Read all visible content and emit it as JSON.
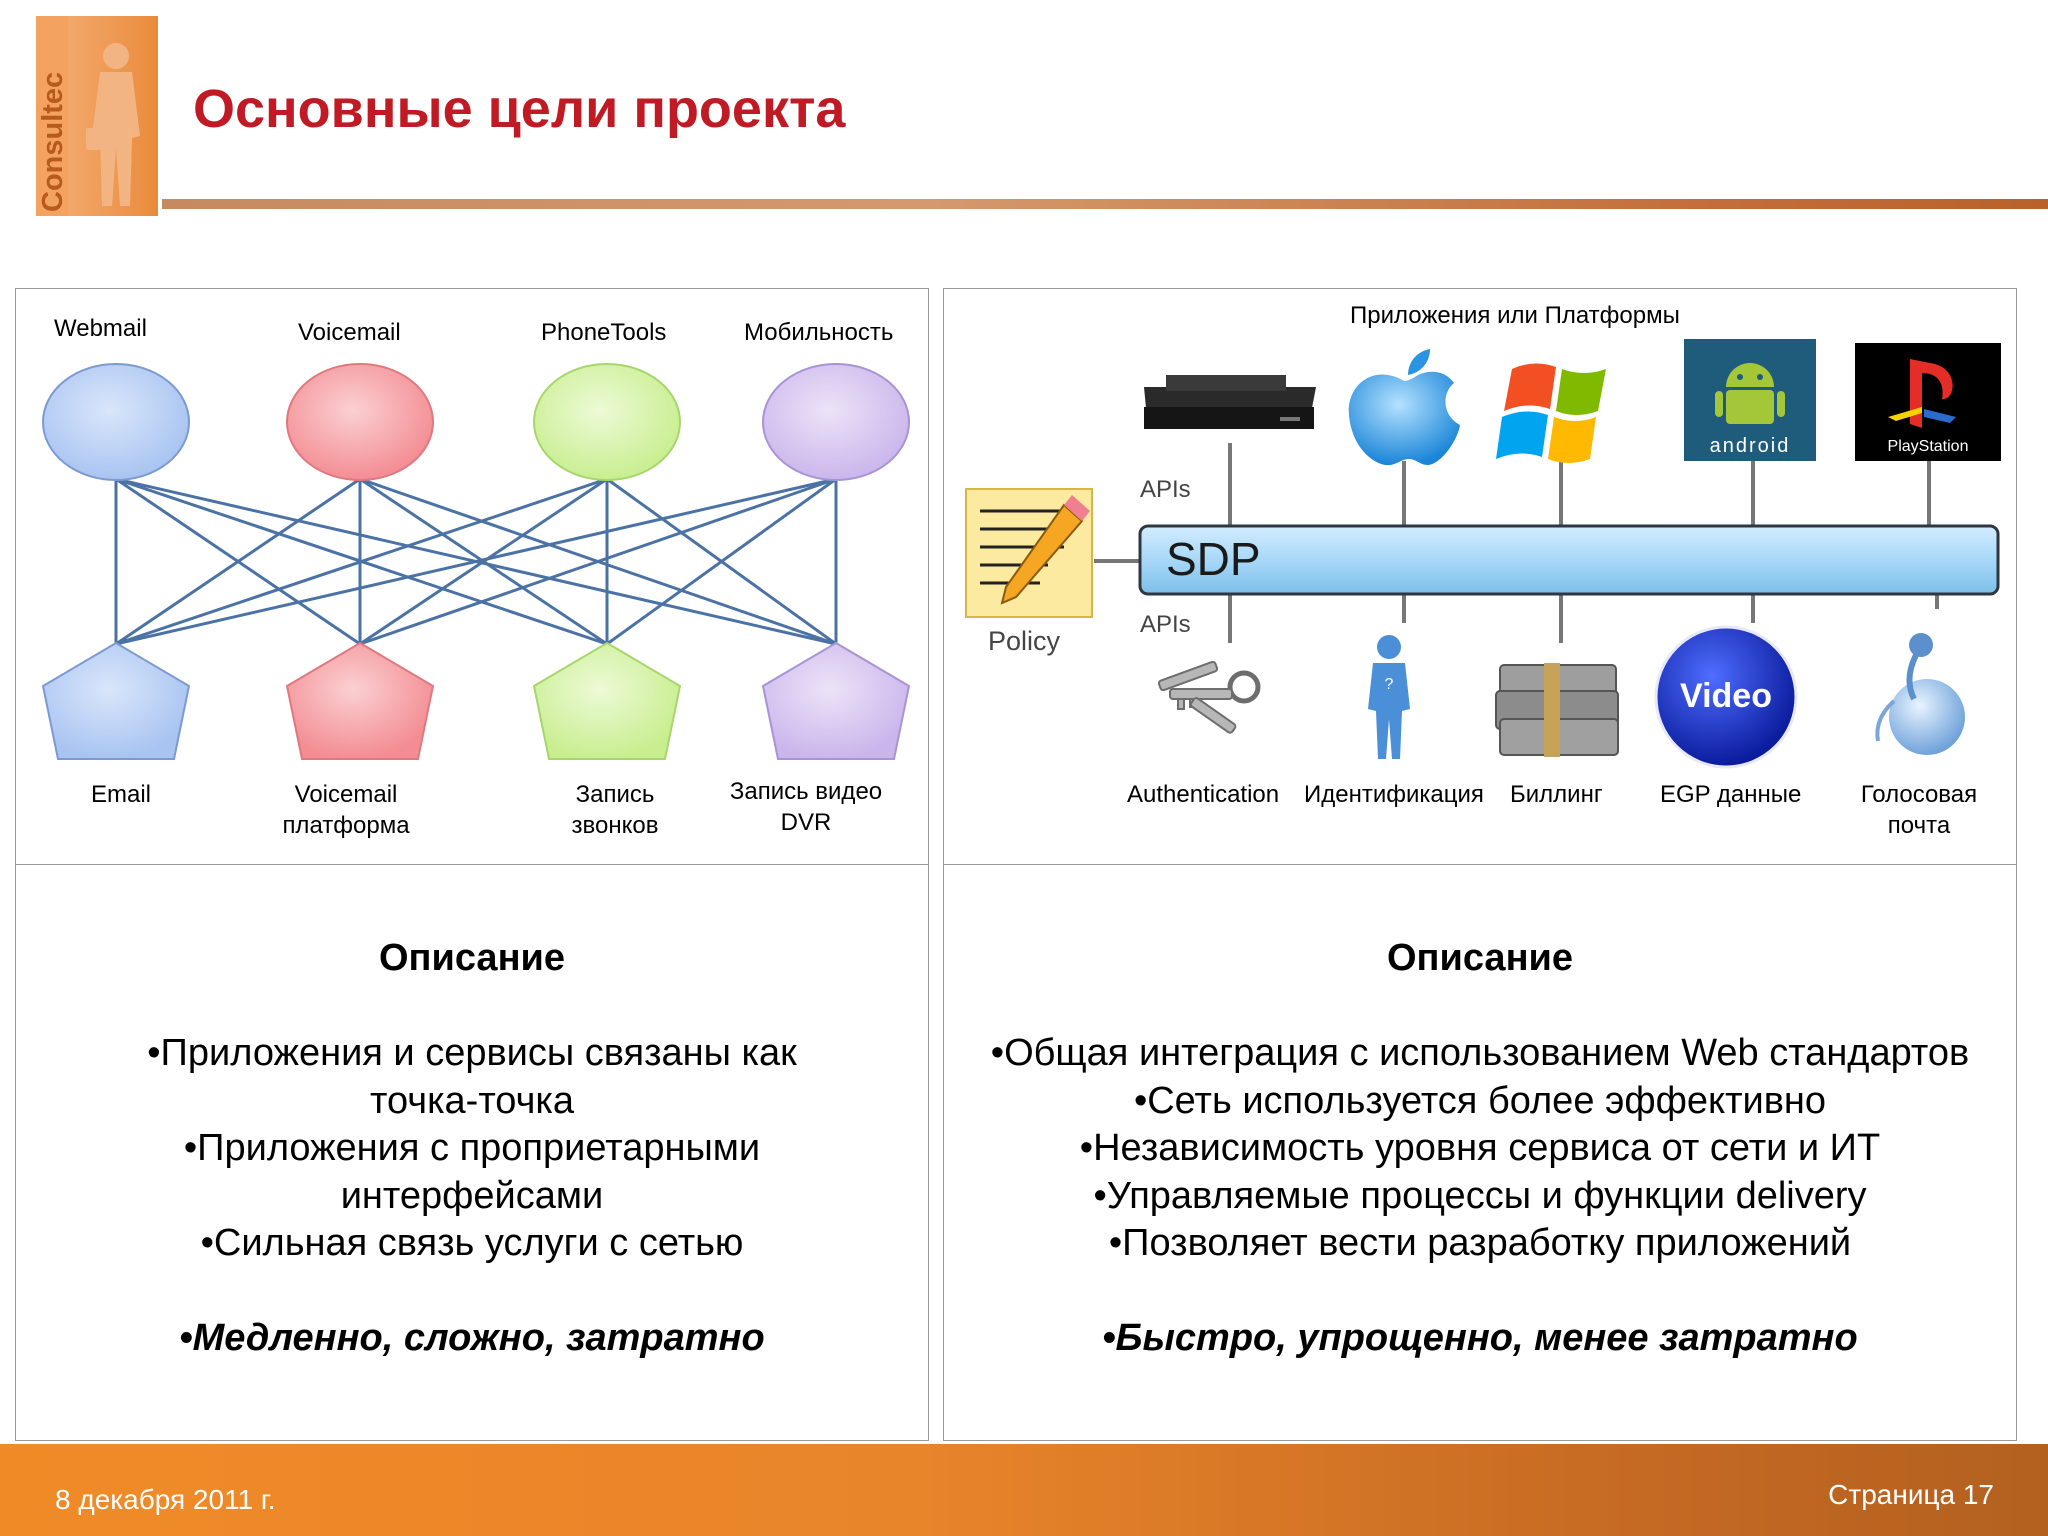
{
  "logo": {
    "text": "Consultec"
  },
  "title": "Основные цели проекта",
  "left_diagram": {
    "top_nodes": [
      "Webmail",
      "Voicemail",
      "PhoneTools",
      "Мобильность"
    ],
    "bottom_nodes": [
      "Email",
      "Voicemail платформа",
      "Запись звонков",
      "Запись видео DVR"
    ],
    "colors": [
      "#b6cff7",
      "#f7a3a8",
      "#d6f4a8",
      "#d8c7f1"
    ]
  },
  "right_diagram": {
    "header": "Приложения или Платформы",
    "platforms": [
      "set-top-box",
      "apple",
      "windows",
      "android",
      "playstation"
    ],
    "android_label": "android",
    "playstation_label": "PlayStation",
    "apis_top": "APIs",
    "apis_bottom": "APIs",
    "sdp": "SDP",
    "policy": "Policy",
    "services": [
      "Authentication",
      "Идентификация",
      "Биллинг",
      "EGP данные",
      "Голосовая почта"
    ],
    "video_label": "Video"
  },
  "left_description": {
    "heading": "Описание",
    "bullets": [
      "•Приложения и сервисы связаны как точка-точка",
      "•Приложения с проприетарными интерфейсами",
      "•Сильная связь услуги с сетью"
    ],
    "conclusion": "•Медленно, сложно, затратно"
  },
  "right_description": {
    "heading": "Описание",
    "bullets": [
      "•Общая интеграция с использованием Web стандартов",
      "•Сеть используется более эффективно",
      "•Независимость уровня сервиса от сети и ИТ",
      "•Управляемые процессы и функции delivery",
      "•Позволяет вести разработку приложений"
    ],
    "conclusion": "•Быстро, упрощенно, менее затратно"
  },
  "footer": {
    "date": "8 декабря 2011 г.",
    "page": "Страница 17"
  }
}
